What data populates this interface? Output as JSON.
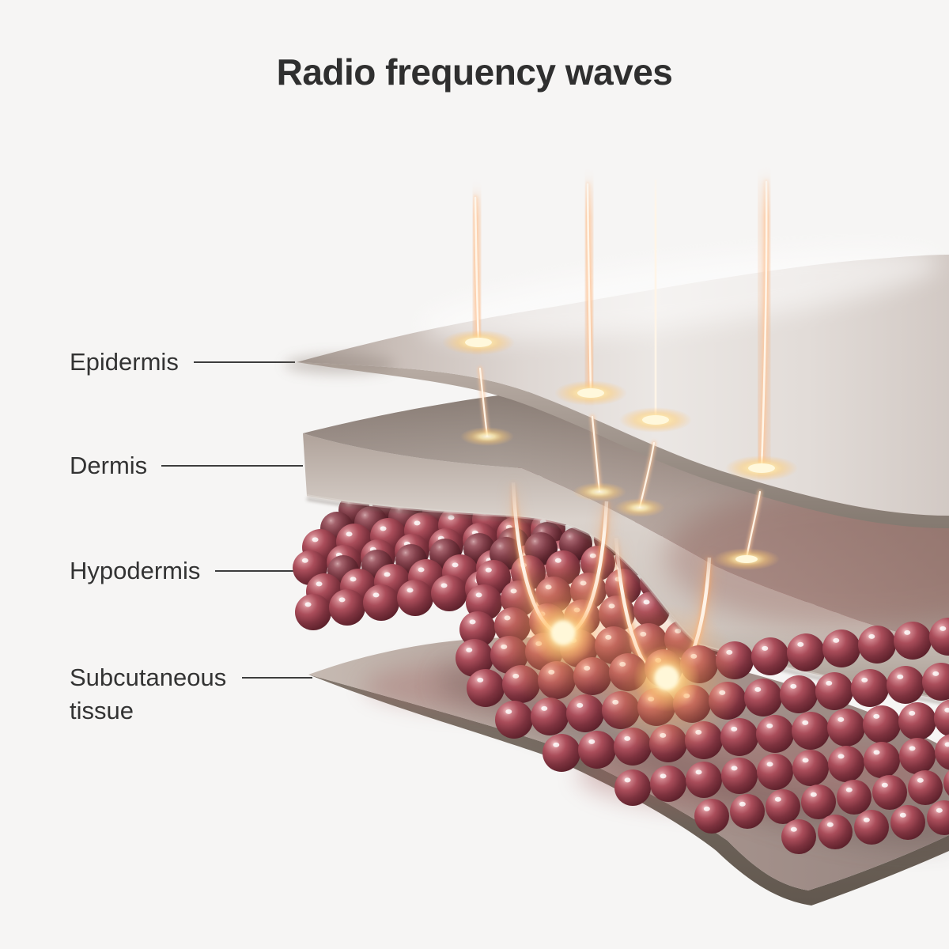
{
  "title": "Radio frequency waves",
  "labels": {
    "epidermis": "Epidermis",
    "dermis": "Dermis",
    "hypodermis": "Hypodermis",
    "subcutaneous": "Subcutaneous tissue"
  },
  "colors": {
    "background": "#f6f5f4",
    "title_text": "#2f2f2f",
    "label_text": "#333333",
    "leader_line": "#3d3d3d",
    "skin_plate_light": "#eae6e3",
    "skin_plate_dark": "#8b7f77",
    "dermis_face": "#d6cec8",
    "sphere_red": "#aa4d5a",
    "sphere_deep": "#591f29",
    "subcutaneous_top": "#a5928c",
    "wave_glow": "#f5a468",
    "wave_core": "#fff5e8",
    "heat_spot": "#ffd27e"
  }
}
